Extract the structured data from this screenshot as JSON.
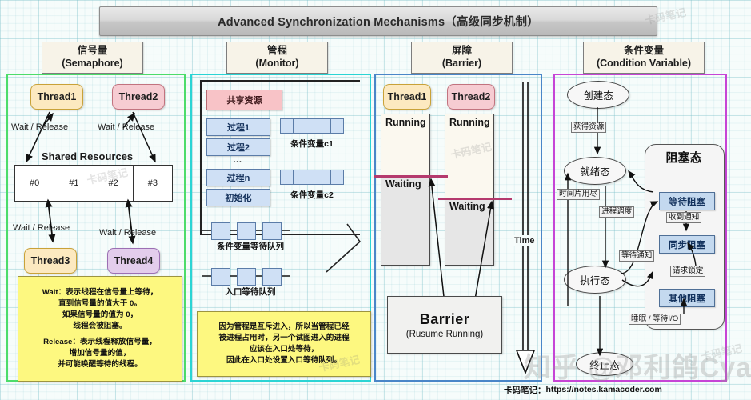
{
  "header": {
    "title": "Advanced Synchronization Mechanisms（高级同步机制）"
  },
  "columns": [
    {
      "cn": "信号量",
      "en": "(Semaphore)"
    },
    {
      "cn": "管程",
      "en": "(Monitor)"
    },
    {
      "cn": "屏障",
      "en": "(Barrier)"
    },
    {
      "cn": "条件变量",
      "en": "(Condition Variable)"
    }
  ],
  "semaphore": {
    "threads": [
      {
        "label": "Thread1"
      },
      {
        "label": "Thread2"
      },
      {
        "label": "Thread3"
      },
      {
        "label": "Thread4"
      }
    ],
    "edge_labels": [
      "Wait / Release",
      "Wait / Release",
      "Wait / Release",
      "Wait / Release"
    ],
    "shared_resources_label": "Shared Resources",
    "resource_cells": [
      "#0",
      "#1",
      "#2",
      "#3"
    ],
    "note": {
      "l1": "Wait：表示线程在信号量上等待，",
      "l2": "直到信号量的值大于 0。",
      "l3": "如果信号量的值为 0，",
      "l4": "线程会被阻塞。",
      "l5": "Release：表示线程释放信号量，",
      "l6": "增加信号量的值，",
      "l7": "并可能唤醒等待的线程。"
    }
  },
  "monitor": {
    "shared_resource": "共享资源",
    "procedures": [
      "过程1",
      "过程2",
      "···",
      "过程n",
      "初始化"
    ],
    "cond_var_1": "条件变量c1",
    "cond_var_2": "条件变量c2",
    "cond_queue_label": "条件变量等待队列",
    "entry_queue_label": "入口等待队列",
    "note": {
      "l1": "因为管程是互斥进入，所以当管程已经",
      "l2": "被进程占用时，另一个试图进入的进程",
      "l3": "应该在入口处等待，",
      "l4": "因此在入口处设置入口等待队列。"
    }
  },
  "barrier": {
    "threads": [
      {
        "label": "Thread1",
        "running": "Running",
        "waiting": "Waiting"
      },
      {
        "label": "Thread2",
        "running": "Running",
        "waiting": "Waiting"
      }
    ],
    "time_label": "Time",
    "barrier_box": {
      "title": "Barrier",
      "subtitle": "(Rusume Running)"
    }
  },
  "condition_variable": {
    "states": [
      {
        "name": "创建态"
      },
      {
        "name": "就绪态"
      },
      {
        "name": "执行态"
      },
      {
        "name": "终止态"
      }
    ],
    "blocked_title": "阻塞态",
    "blocked_states": [
      "等待阻塞",
      "同步阻塞",
      "其他阻塞"
    ],
    "edges": [
      "获得资源",
      "时间片用尽",
      "进程调度",
      "等待通知",
      "收到通知",
      "请求锁定",
      "睡眠 / 等待I/O"
    ]
  },
  "footer": {
    "credit_cn": "卡码笔记：",
    "credit_url": "https://notes.kamacoder.com"
  },
  "watermark": {
    "main": "知乎 @邓利鸽Cyan",
    "tile": "卡码笔记"
  },
  "colors": {
    "semaphore_border": "#4ddc6a",
    "monitor_border": "#2bd4d4",
    "barrier_border": "#4a86c8",
    "condition_border": "#c645d6",
    "note_bg": "#fdf880",
    "magenta_line": "#b53a6e"
  }
}
